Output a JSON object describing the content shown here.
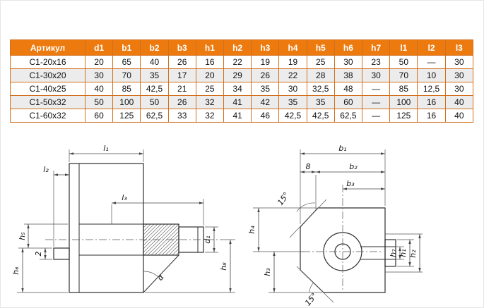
{
  "colors": {
    "header_bg": "#ed7a0e",
    "header_text": "#ffffff",
    "table_border": "#d2701e",
    "row_alt": "#ececec",
    "row_bg": "#ffffff"
  },
  "table": {
    "headers": [
      "Артикул",
      "d1",
      "b1",
      "b2",
      "b3",
      "h1",
      "h2",
      "h3",
      "h4",
      "h5",
      "h6",
      "h7",
      "l1",
      "l2",
      "l3"
    ],
    "rows": [
      [
        "C1-20x16",
        "20",
        "65",
        "40",
        "26",
        "16",
        "22",
        "19",
        "19",
        "25",
        "30",
        "23",
        "50",
        "—",
        "30"
      ],
      [
        "C1-30x20",
        "30",
        "70",
        "35",
        "17",
        "20",
        "29",
        "26",
        "22",
        "28",
        "38",
        "30",
        "70",
        "10",
        "30"
      ],
      [
        "C1-40x25",
        "40",
        "85",
        "42,5",
        "21",
        "25",
        "34",
        "35",
        "30",
        "32,5",
        "48",
        "—",
        "85",
        "12,5",
        "30"
      ],
      [
        "C1-50x32",
        "50",
        "100",
        "50",
        "26",
        "32",
        "41",
        "42",
        "35",
        "35",
        "60",
        "—",
        "100",
        "16",
        "40"
      ],
      [
        "C1-60x32",
        "60",
        "125",
        "62,5",
        "33",
        "32",
        "41",
        "46",
        "42,5",
        "42,5",
        "62,5",
        "—",
        "125",
        "16",
        "40"
      ]
    ]
  },
  "drawings": {
    "left": {
      "l1": "l₁",
      "l2": "l₂",
      "l3": "l₃",
      "h5": "h₅",
      "step": "2",
      "h6": "h₆",
      "d1": "d₁",
      "h8": "h₈",
      "alpha": "α"
    },
    "right": {
      "b1": "b₁",
      "offset8": "8",
      "b2": "b₂",
      "b3": "b₃",
      "angle_top": "15°",
      "h4": "h₄",
      "h3": "h₃",
      "h7": "h₇",
      "h1": "h₁",
      "h2": "h₂",
      "angle_bottom": "15°"
    }
  }
}
